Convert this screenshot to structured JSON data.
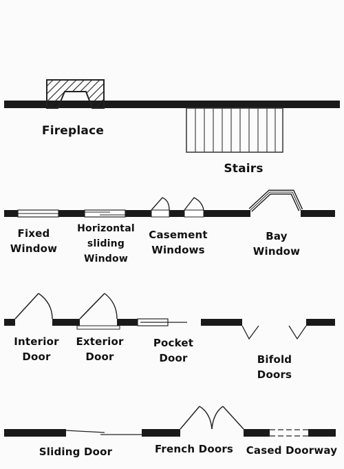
{
  "symbols": {
    "fireplace": "Fireplace",
    "stairs": "Stairs",
    "fixed_window": [
      "Fixed",
      "Window"
    ],
    "horizontal_sliding_window": [
      "Horizontal",
      "sliding",
      "Window"
    ],
    "casement_windows": [
      "Casement",
      "Windows"
    ],
    "bay_window": [
      "Bay",
      "Window"
    ],
    "interior_door": [
      "Interior",
      "Door"
    ],
    "exterior_door": [
      "Exterior",
      "Door"
    ],
    "pocket_door": [
      "Pocket",
      "Door"
    ],
    "bifold_doors": [
      "Bifold",
      "Doors"
    ],
    "sliding_door": "Sliding Door",
    "french_doors": "French Doors",
    "cased_doorway": "Cased Doorway"
  }
}
